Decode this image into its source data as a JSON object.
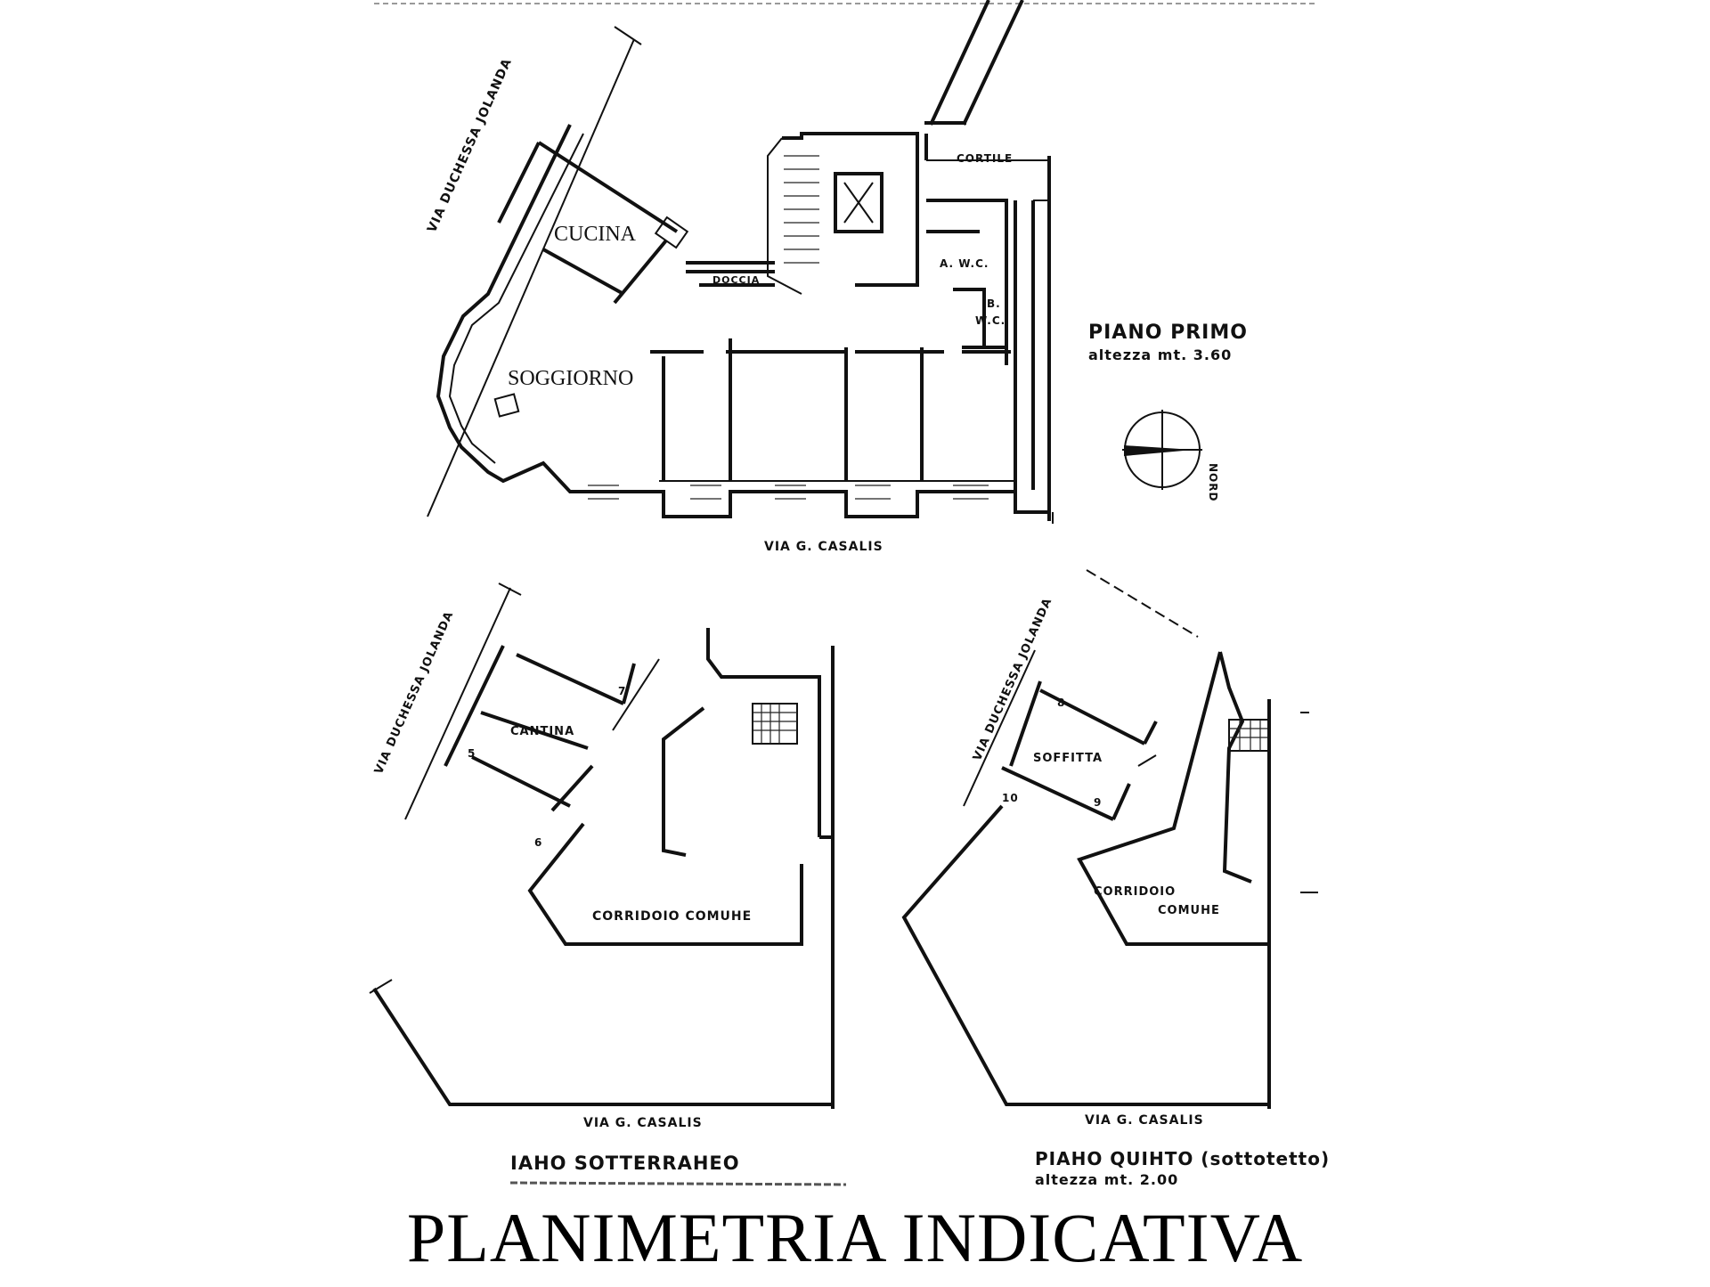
{
  "page_title": "PLANIMETRIA INDICATIVA",
  "piano_primo": {
    "title": "PIANO PRIMO",
    "height_note": "altezza mt. 3.60",
    "rooms": {
      "cucina": "CUCINA",
      "soggiorno": "SOGGIORNO",
      "doccia": "DOCCIA",
      "cortile": "CORTILE",
      "wc_a": "A. W.C.",
      "wc_b_1": "B.",
      "wc_b_2": "W.C."
    },
    "streets": {
      "duchessa": "VIA DUCHESSA JOLANDA",
      "casalis": "VIA G. CASALIS"
    },
    "north_label": "NORD"
  },
  "piano_sotterraneo": {
    "title": "IAHO SOTTERRAHEO",
    "rooms": {
      "cantina": "CANTINA",
      "corridoio": "CORRIDOIO COMUHE"
    },
    "streets": {
      "duchessa": "VIA DUCHESSA JOLANDA",
      "casalis": "VIA G. CASALIS"
    },
    "markers": [
      "5",
      "6",
      "7"
    ]
  },
  "piano_quinto": {
    "title": "PIAHO QUIHTO (sottotetto)",
    "height_note": "altezza mt. 2.00",
    "rooms": {
      "soffitta": "SOFFITTA",
      "corridoio_1": "CORRIDOIO",
      "corridoio_2": "COMUHE"
    },
    "streets": {
      "duchessa": "VIA DUCHESSA JOLANDA",
      "casalis": "VIA G. CASALIS"
    },
    "markers": [
      "8",
      "9",
      "10"
    ]
  }
}
